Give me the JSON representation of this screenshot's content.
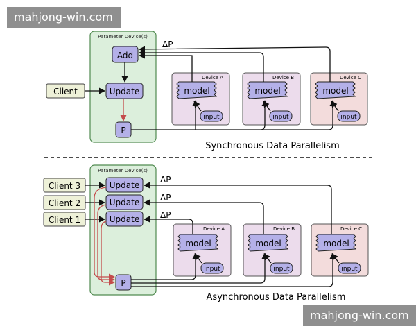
{
  "watermark_top": "mahjong-win.com",
  "watermark_bottom": "mahjong-win.com",
  "colors": {
    "param_fill": "#dcefdc",
    "param_stroke": "#4f8a4f",
    "node_fill": "#b4b0e8",
    "client_fill": "#eef1d8",
    "device_a_fill": "#ecdcec",
    "device_b_fill": "#ecdcec",
    "device_c_fill": "#f3dcdc",
    "arrow_black": "#111111",
    "arrow_red": "#c44c4c"
  },
  "sync": {
    "param_title": "Parameter Device(s)",
    "add_label": "Add",
    "update_label": "Update",
    "p_label": "P",
    "client_label": "Client",
    "delta_label": "ΔP",
    "caption": "Synchronous Data Parallelism",
    "devices": [
      {
        "title": "Device A",
        "model": "model",
        "input": "input"
      },
      {
        "title": "Device B",
        "model": "model",
        "input": "input"
      },
      {
        "title": "Device C",
        "model": "model",
        "input": "input"
      }
    ]
  },
  "async": {
    "param_title": "Parameter Device(s)",
    "update_label": "Update",
    "p_label": "P",
    "clients": [
      "Client 3",
      "Client 2",
      "Client 1"
    ],
    "delta_labels": [
      "ΔP",
      "ΔP",
      "ΔP"
    ],
    "caption": "Asynchronous Data Parallelism",
    "devices": [
      {
        "title": "Device A",
        "model": "model",
        "input": "input"
      },
      {
        "title": "Device B",
        "model": "model",
        "input": "input"
      },
      {
        "title": "Device C",
        "model": "model",
        "input": "input"
      }
    ]
  }
}
